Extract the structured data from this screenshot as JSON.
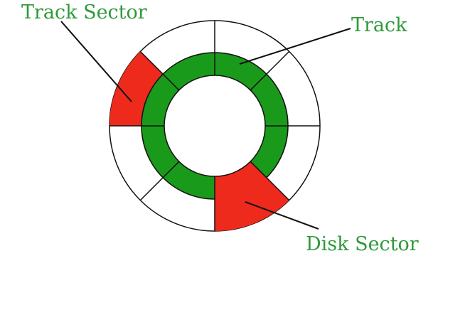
{
  "labels": {
    "track_sector": "Track Sector",
    "track": "Track",
    "disk_sector": "Disk Sector"
  },
  "colors": {
    "track_fill": "#1a9a1a",
    "highlight_fill": "#ee2a1c",
    "outline": "#111111",
    "label_text": "#2e9a3a",
    "background": "#ffffff"
  }
}
